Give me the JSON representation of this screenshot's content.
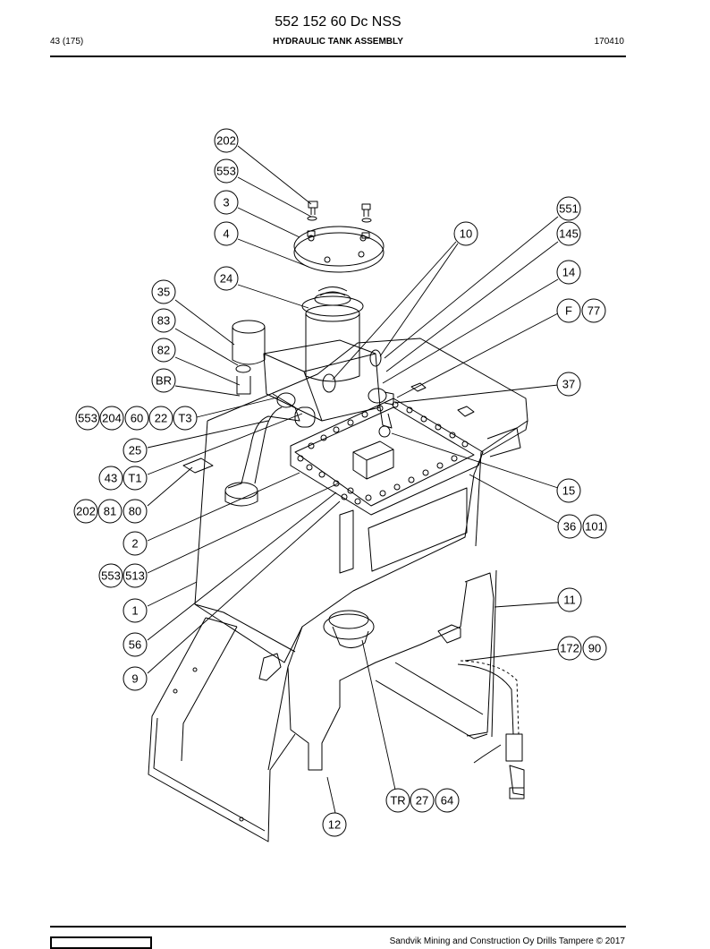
{
  "header": {
    "doc_number": "552 152 60 Dc NSS",
    "page": "43 (175)",
    "title": "HYDRAULIC TANK ASSEMBLY",
    "date_code": "170410"
  },
  "footer": {
    "text": "Sandvik Mining and Construction Oy Drills Tampere © 2017"
  },
  "callouts": [
    {
      "id": "c202a",
      "label": "202"
    },
    {
      "id": "c553a",
      "label": "553"
    },
    {
      "id": "c3",
      "label": "3"
    },
    {
      "id": "c4",
      "label": "4"
    },
    {
      "id": "c24",
      "label": "24"
    },
    {
      "id": "c35",
      "label": "35"
    },
    {
      "id": "c83",
      "label": "83"
    },
    {
      "id": "c82",
      "label": "82"
    },
    {
      "id": "cBR",
      "label": "BR"
    },
    {
      "id": "c553b",
      "label": "553"
    },
    {
      "id": "c204",
      "label": "204"
    },
    {
      "id": "c60",
      "label": "60"
    },
    {
      "id": "c22",
      "label": "22"
    },
    {
      "id": "cT3",
      "label": "T3"
    },
    {
      "id": "c25",
      "label": "25"
    },
    {
      "id": "c43",
      "label": "43"
    },
    {
      "id": "cT1",
      "label": "T1"
    },
    {
      "id": "c202b",
      "label": "202"
    },
    {
      "id": "c81",
      "label": "81"
    },
    {
      "id": "c80",
      "label": "80"
    },
    {
      "id": "c2",
      "label": "2"
    },
    {
      "id": "c553c",
      "label": "553"
    },
    {
      "id": "c513",
      "label": "513"
    },
    {
      "id": "c1",
      "label": "1"
    },
    {
      "id": "c56",
      "label": "56"
    },
    {
      "id": "c9",
      "label": "9"
    },
    {
      "id": "c10",
      "label": "10"
    },
    {
      "id": "c551",
      "label": "551"
    },
    {
      "id": "c145",
      "label": "145"
    },
    {
      "id": "c14",
      "label": "14"
    },
    {
      "id": "cF",
      "label": "F"
    },
    {
      "id": "c77",
      "label": "77"
    },
    {
      "id": "c37",
      "label": "37"
    },
    {
      "id": "c15",
      "label": "15"
    },
    {
      "id": "c36",
      "label": "36"
    },
    {
      "id": "c101",
      "label": "101"
    },
    {
      "id": "c11",
      "label": "11"
    },
    {
      "id": "c172",
      "label": "172"
    },
    {
      "id": "c90",
      "label": "90"
    },
    {
      "id": "cTR",
      "label": "TR"
    },
    {
      "id": "c27",
      "label": "27"
    },
    {
      "id": "c64",
      "label": "64"
    },
    {
      "id": "c12",
      "label": "12"
    }
  ]
}
